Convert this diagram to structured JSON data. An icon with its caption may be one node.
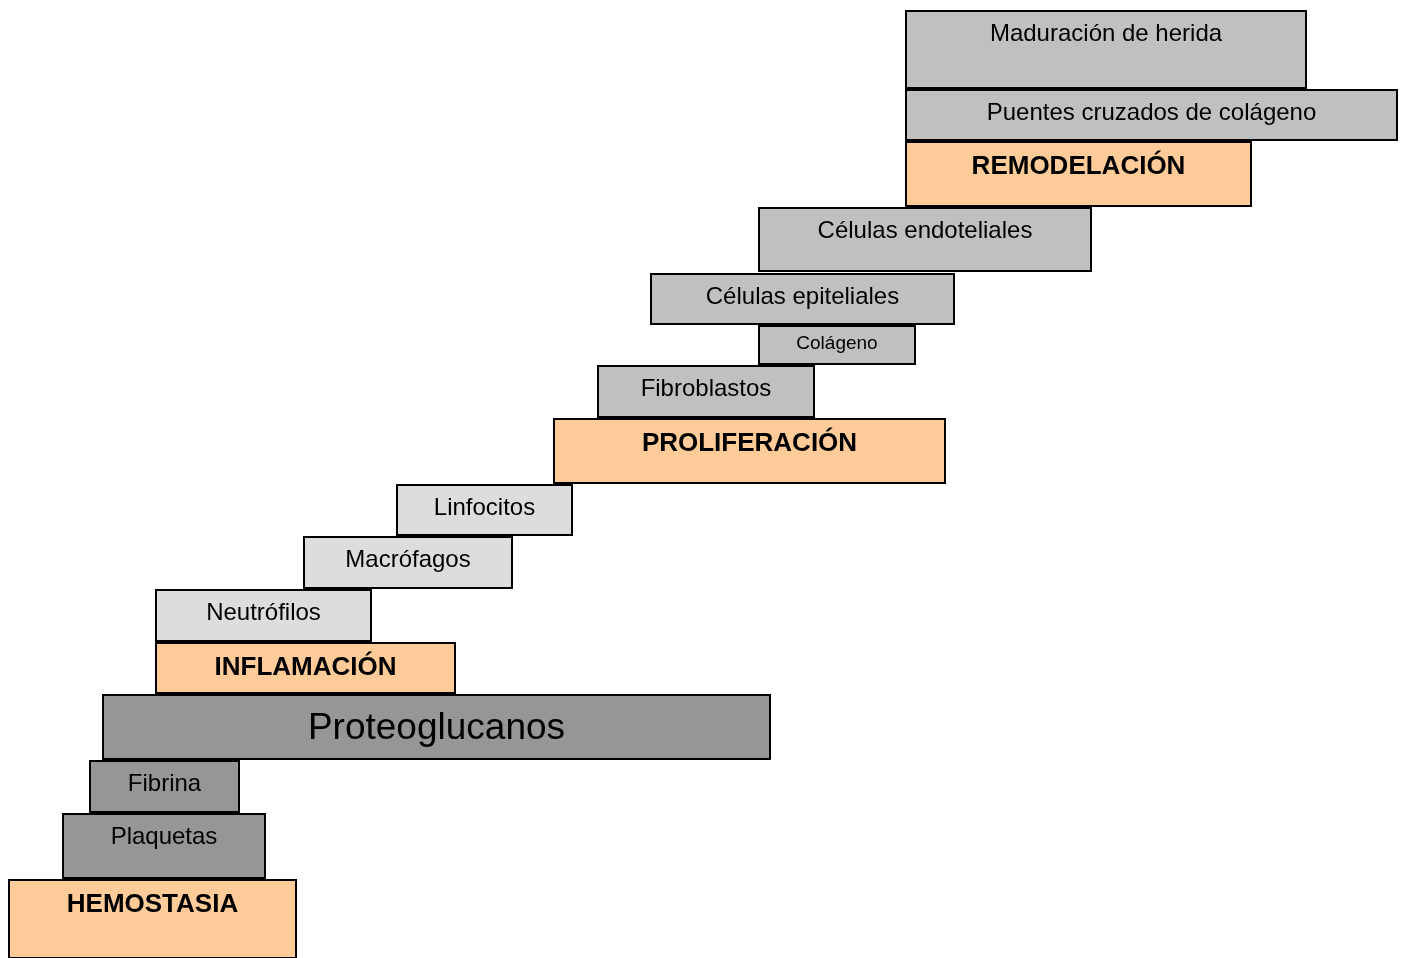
{
  "diagram": {
    "nodes": [
      {
        "text": [
          "Maduración de herida"
        ]
      },
      {
        "text": [
          "Puentes cruzados de colágeno"
        ]
      },
      {
        "text": [
          "REMODELACIÓN"
        ]
      },
      {
        "text": [
          "Células endoteliales"
        ]
      },
      {
        "text": [
          "Células epiteliales"
        ]
      },
      {
        "text": [
          "Colágeno"
        ]
      },
      {
        "text": [
          "Fibroblastos"
        ]
      },
      {
        "text": [
          "PROLIFERACIÓN"
        ]
      },
      {
        "text": [
          "Linfocitos"
        ]
      },
      {
        "text": [
          "Macrófagos"
        ]
      },
      {
        "text": [
          "Neutrófilos"
        ]
      },
      {
        "text": [
          "INFLAMACIÓN"
        ]
      },
      {
        "text": [
          "Proteoglucanos"
        ]
      },
      {
        "text": [
          "Fibrina"
        ]
      },
      {
        "text": [
          "Plaquetas"
        ]
      },
      {
        "text": [
          "HEMOSTASIA"
        ]
      }
    ]
  }
}
